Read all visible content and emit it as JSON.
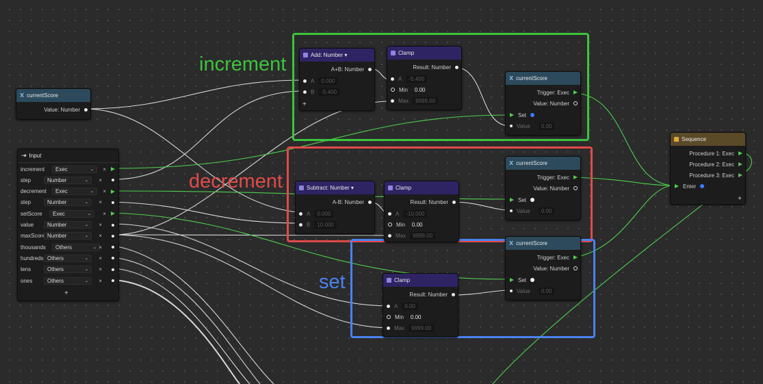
{
  "labels": {
    "increment": "increment",
    "decrement": "decrement",
    "set": "set"
  },
  "colors": {
    "increment": "#3cc43c",
    "decrement": "#e24a4a",
    "set": "#4a82f0",
    "exec_wire": "#4ed04e",
    "data_wire": "#d8d8d8"
  },
  "getter": {
    "title": "currentScore",
    "value_label": "Value: Number"
  },
  "input_node": {
    "title": "Input",
    "rows": [
      {
        "name": "increment",
        "type": "Exec"
      },
      {
        "name": "step",
        "type": "Number"
      },
      {
        "name": "decrement",
        "type": "Exec"
      },
      {
        "name": "step",
        "type": "Number"
      },
      {
        "name": "setScore",
        "type": "Exec"
      },
      {
        "name": "value",
        "type": "Number"
      },
      {
        "name": "maxScore",
        "type": "Number"
      },
      {
        "name": "thousands",
        "type": "Others"
      },
      {
        "name": "hundreds",
        "type": "Others"
      },
      {
        "name": "tens",
        "type": "Others"
      },
      {
        "name": "ones",
        "type": "Others"
      }
    ],
    "remove_glyph": "×",
    "add_glyph": "+"
  },
  "add_node": {
    "title": "Add: Number ▾",
    "output": "A+B: Number",
    "a_label": "A",
    "a_value": "0.000",
    "b_label": "B",
    "b_value": "-5.400",
    "add_glyph": "+"
  },
  "sub_node": {
    "title": "Subtract: Number ▾",
    "output": "A-B: Number",
    "a_label": "A",
    "a_value": "0.000",
    "b_label": "B",
    "b_value": "10.000"
  },
  "clamps": [
    {
      "title": "Clamp",
      "output": "Result: Number",
      "a_label": "A",
      "a_value": "-5.400",
      "min_label": "Min",
      "min_value": "0.00",
      "max_label": "Max",
      "max_value": "9999.00"
    },
    {
      "title": "Clamp",
      "output": "Result: Number",
      "a_label": "A",
      "a_value": "-10.000",
      "min_label": "Min",
      "min_value": "0.00",
      "max_label": "Max",
      "max_value": "9999.00"
    },
    {
      "title": "Clamp",
      "output": "Result: Number",
      "a_label": "A",
      "a_value": "0.00",
      "min_label": "Min",
      "min_value": "0.00",
      "max_label": "Max",
      "max_value": "9999.00"
    }
  ],
  "setters": [
    {
      "title": "currentScore",
      "trigger": "Trigger: Exec",
      "value_out": "Value: Number",
      "set_label": "Set",
      "value_label": "Value",
      "value_value": "0.00"
    },
    {
      "title": "currentScore",
      "trigger": "Trigger: Exec",
      "value_out": "Value: Number",
      "set_label": "Set",
      "value_label": "Value",
      "value_value": "0.00"
    },
    {
      "title": "currentScore",
      "trigger": "Trigger: Exec",
      "value_out": "Value: Number",
      "set_label": "Set",
      "value_label": "Value",
      "value_value": "0.00"
    }
  ],
  "sequence": {
    "title": "Sequence",
    "procedures": [
      "Procedure 1: Exec",
      "Procedure 2: Exec",
      "Procedure 3: Exec"
    ],
    "enter": "Enter",
    "add_glyph": "+"
  }
}
